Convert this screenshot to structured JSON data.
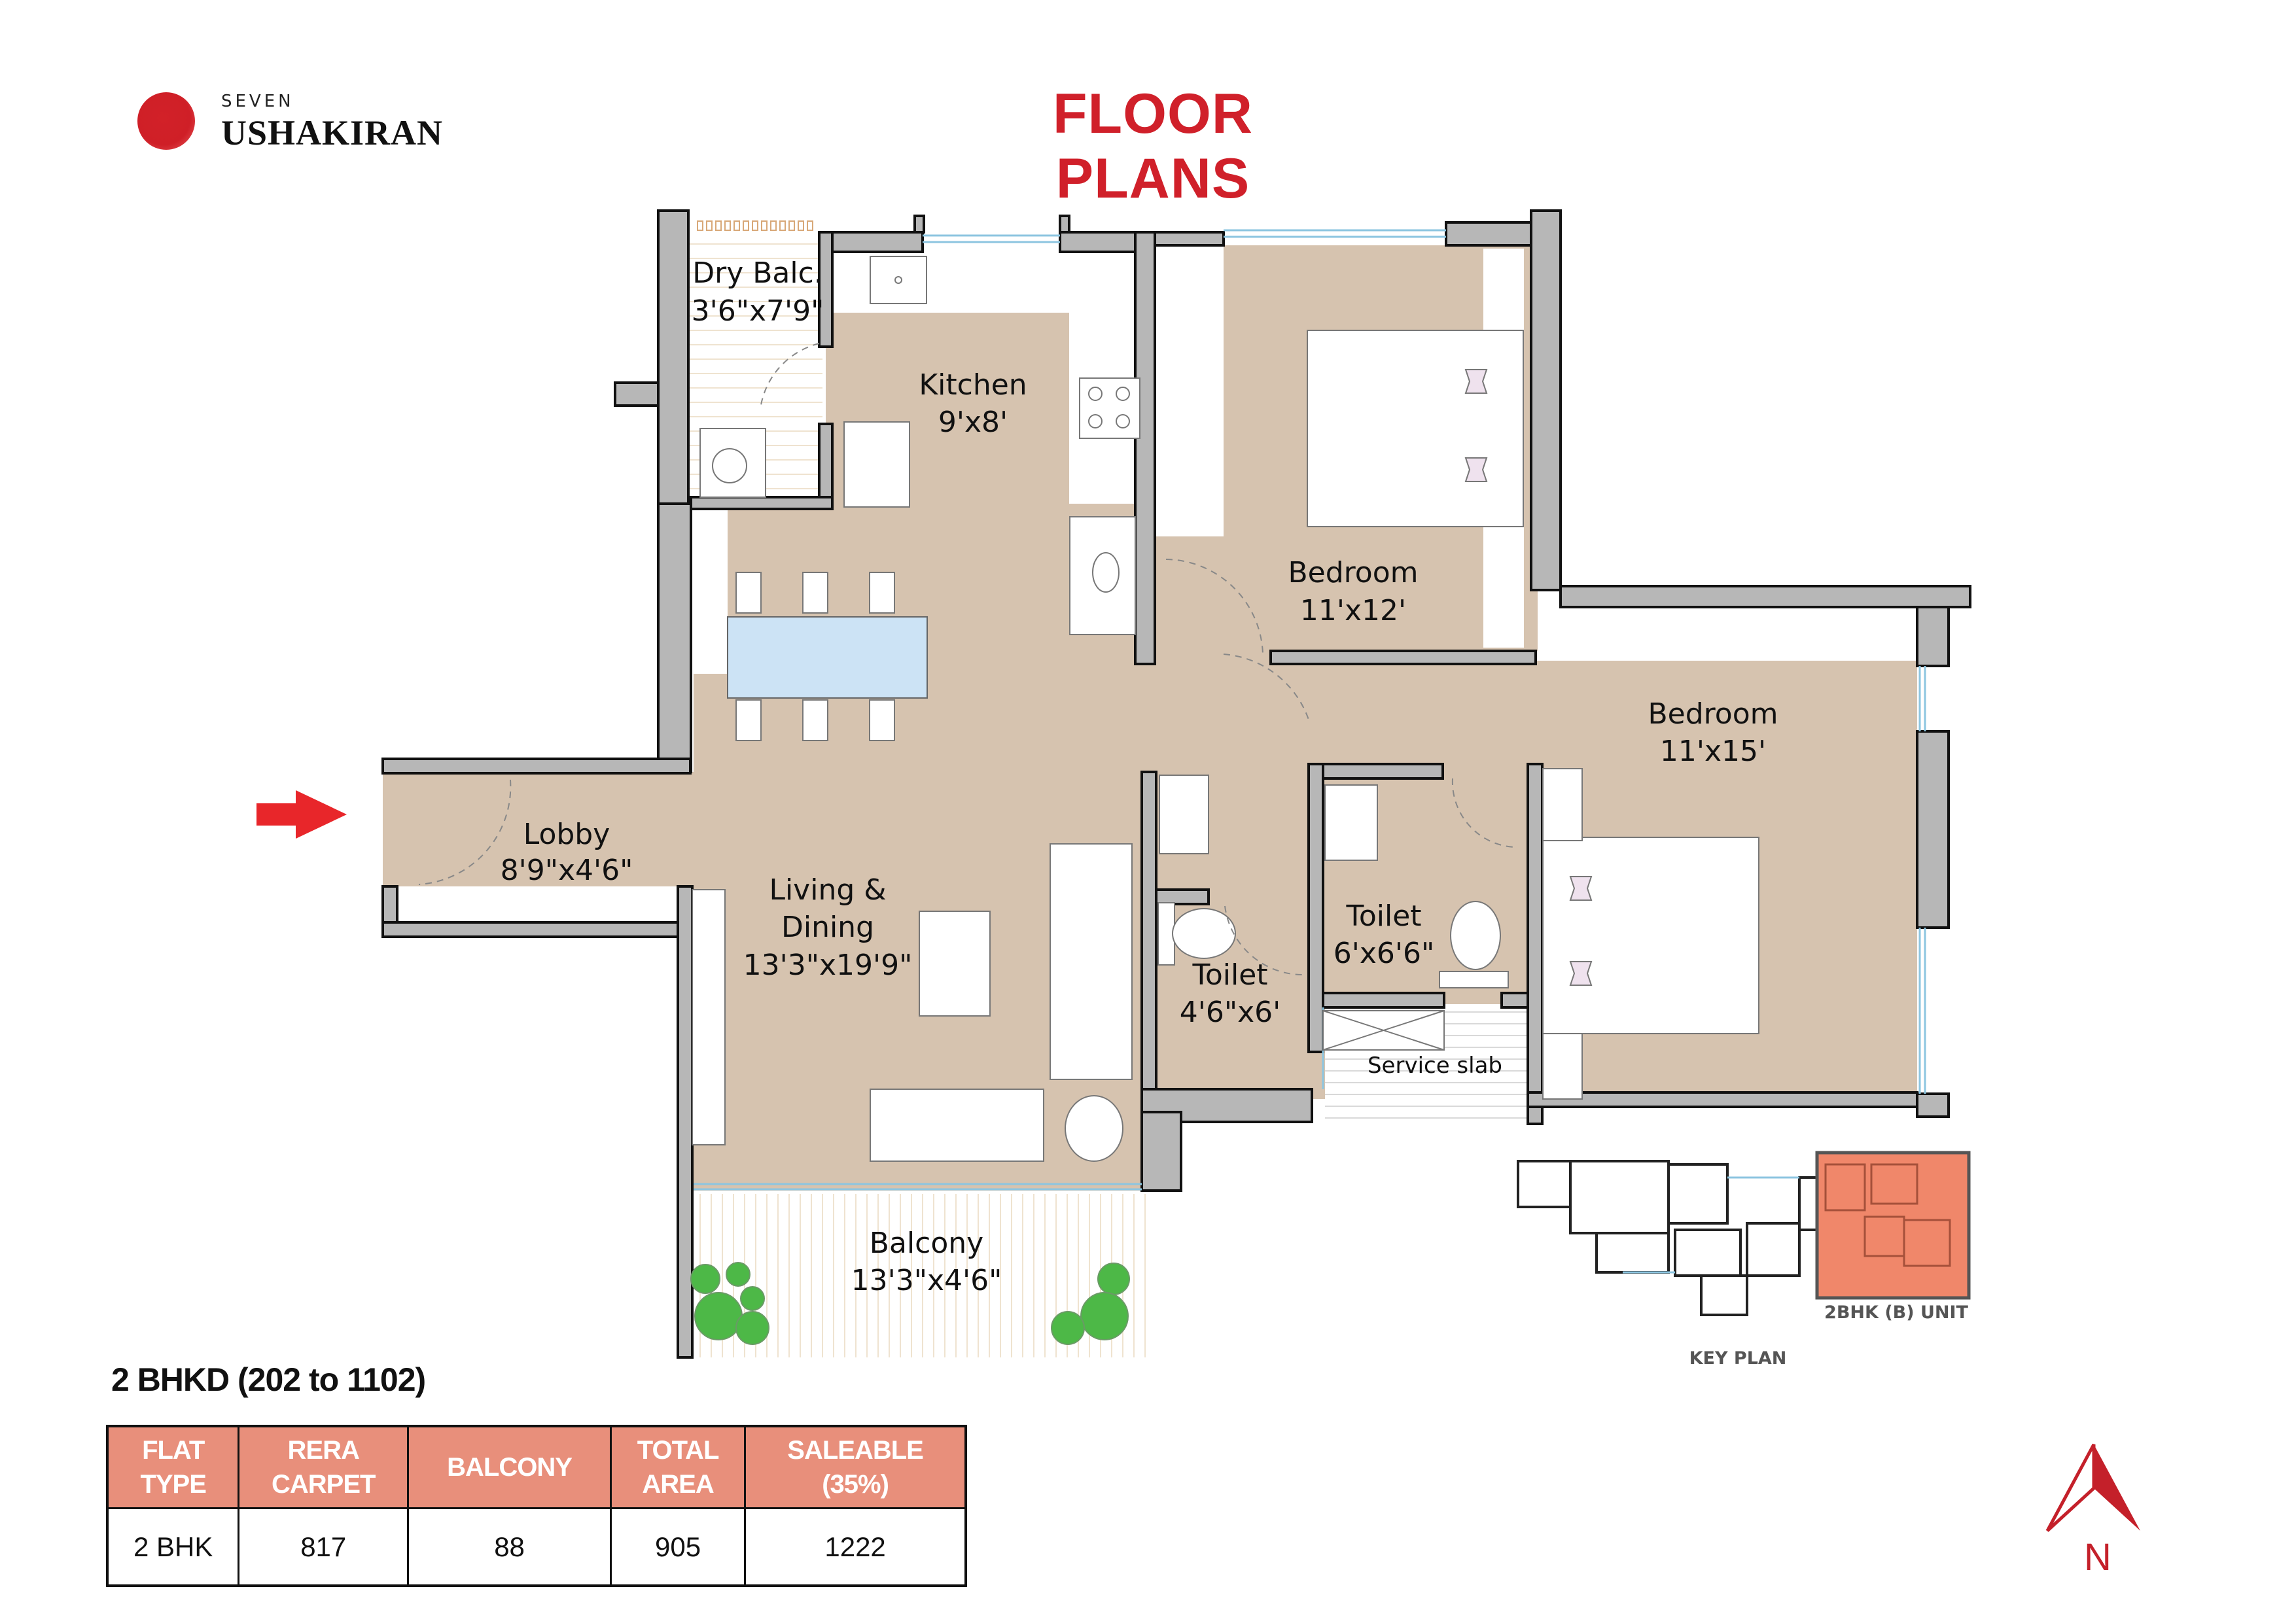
{
  "brand": {
    "prefix": "SEVEN",
    "name": "USHAKIRAN",
    "logo_color": "#d22128"
  },
  "header": {
    "title": "FLOOR PLANS",
    "title_color": "#d0202a"
  },
  "rooms": {
    "dry_balcony": {
      "name": "Dry Balc.",
      "size": "3'6\"x7'9\""
    },
    "kitchen": {
      "name": "Kitchen",
      "size": "9'x8'"
    },
    "bedroom_1": {
      "name": "Bedroom",
      "size": "11'x12'"
    },
    "bedroom_2": {
      "name": "Bedroom",
      "size": "11'x15'"
    },
    "lobby": {
      "name": "Lobby",
      "size": "8'9\"x4'6\""
    },
    "living_dining": {
      "name_line1": "Living &",
      "name_line2": "Dining",
      "size": "13'3\"x19'9\""
    },
    "toilet_1": {
      "name": "Toilet",
      "size": "4'6\"x6'"
    },
    "toilet_2": {
      "name": "Toilet",
      "size": "6'x6'6\""
    },
    "service_slab": {
      "name": "Service slab"
    },
    "balcony": {
      "name": "Balcony",
      "size": "13'3\"x4'6\""
    }
  },
  "colors": {
    "floor": "#d6c3af",
    "wall": "#b7b7b7",
    "wall_outline": "#111111",
    "dining_table": "#cce3f5",
    "plant": "#4db847",
    "key_highlight": "#f0876a",
    "entry_arrow": "#e8262a",
    "table_header": "#e88f7b",
    "north_arrow": "#c4202a"
  },
  "unit": {
    "heading": "2 BHKD (202 to 1102)"
  },
  "area_table": {
    "headers": [
      {
        "line1": "FLAT",
        "line2": "TYPE"
      },
      {
        "line1": "RERA",
        "line2": "CARPET"
      },
      {
        "line1": "BALCONY",
        "line2": ""
      },
      {
        "line1": "TOTAL",
        "line2": "AREA"
      },
      {
        "line1": "SALEABLE",
        "line2": "(35%)"
      }
    ],
    "rows": [
      [
        "2 BHK",
        "817",
        "88",
        "905",
        "1222"
      ]
    ]
  },
  "key_plan": {
    "label": "KEY PLAN",
    "highlight_label": "2BHK (B) UNIT"
  },
  "compass": {
    "label": "N"
  }
}
